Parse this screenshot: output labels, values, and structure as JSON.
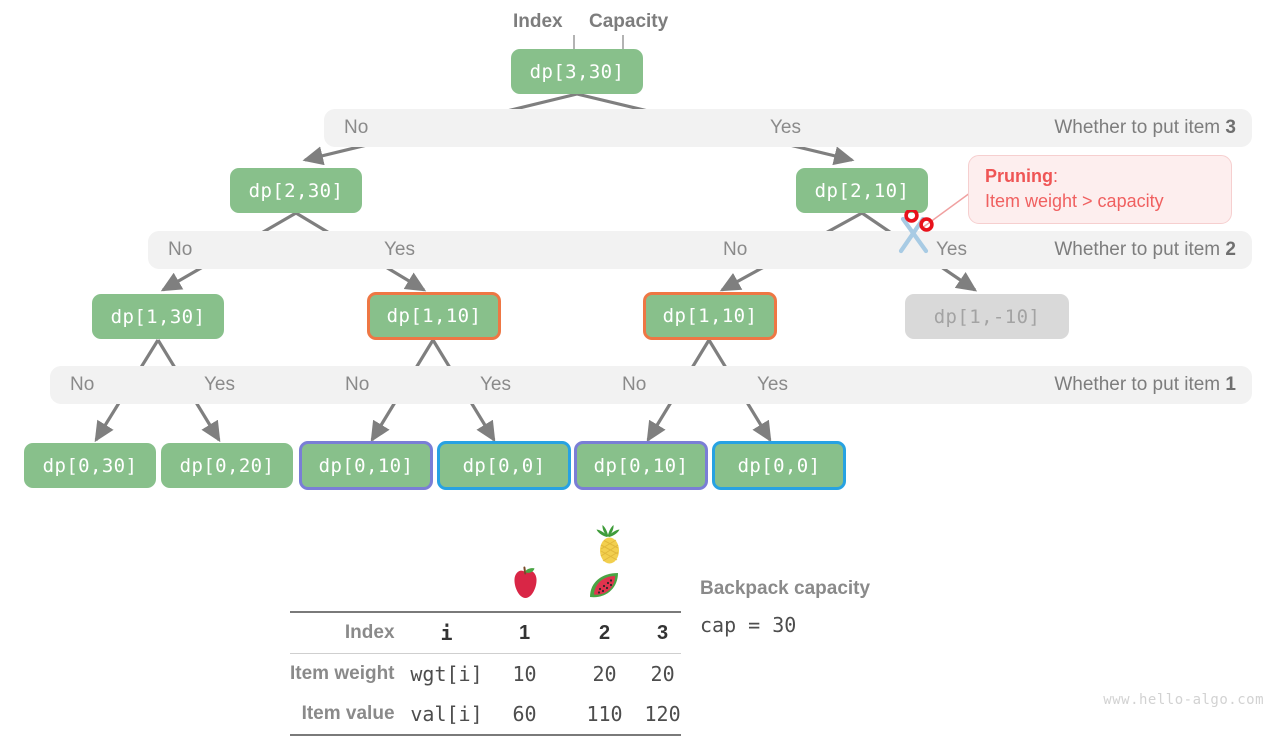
{
  "headers": {
    "index_label": "Index",
    "capacity_label": "Capacity"
  },
  "bands": [
    {
      "no": "No",
      "yes": "Yes",
      "question_prefix": "Whether to put item ",
      "question_item": "3"
    },
    {
      "no": "No",
      "yes": "Yes",
      "no2": "No",
      "yes2": "Yes",
      "question_prefix": "Whether to put item ",
      "question_item": "2"
    },
    {
      "no": "No",
      "yes": "Yes",
      "no2": "No",
      "yes2": "Yes",
      "no3": "No",
      "yes3": "Yes",
      "question_prefix": "Whether to put item ",
      "question_item": "1"
    }
  ],
  "nodes": {
    "root": "dp[3,30]",
    "l2_left": "dp[2,30]",
    "l2_right": "dp[2,10]",
    "l3_a": "dp[1,30]",
    "l3_b": "dp[1,10]",
    "l3_c": "dp[1,10]",
    "l3_d": "dp[1,-10]",
    "leaf_1": "dp[0,30]",
    "leaf_2": "dp[0,20]",
    "leaf_3": "dp[0,10]",
    "leaf_4": "dp[0,0]",
    "leaf_5": "dp[0,10]",
    "leaf_6": "dp[0,0]"
  },
  "callout": {
    "title": "Pruning",
    "colon": ":",
    "line2": "Item weight > capacity"
  },
  "icons": {
    "scissors": "scissors-icon",
    "apple": "apple-icon",
    "watermelon": "watermelon-icon",
    "pineapple": "pineapple-icon"
  },
  "table": {
    "row_labels": [
      "Index",
      "Item weight",
      "Item value"
    ],
    "name_cells": [
      "i",
      "wgt[i]",
      "val[i]"
    ],
    "index_values": [
      "1",
      "2",
      "3"
    ],
    "weight_values": [
      "10",
      "20",
      "20"
    ],
    "value_values": [
      "60",
      "110",
      "120"
    ]
  },
  "capacity": {
    "label": "Backpack capacity",
    "value": "cap = 30"
  },
  "watermark": "www.hello-algo.com",
  "colors": {
    "node_green": "#88c08b",
    "dead_grey": "#d9d9d9",
    "highlight_orange": "#ee7744",
    "highlight_purple": "#7a7ed6",
    "highlight_blue": "#27a2e2",
    "band_grey": "#f2f2f2",
    "edge_grey": "#7f7f7f",
    "prune_red": "#ef5555"
  }
}
